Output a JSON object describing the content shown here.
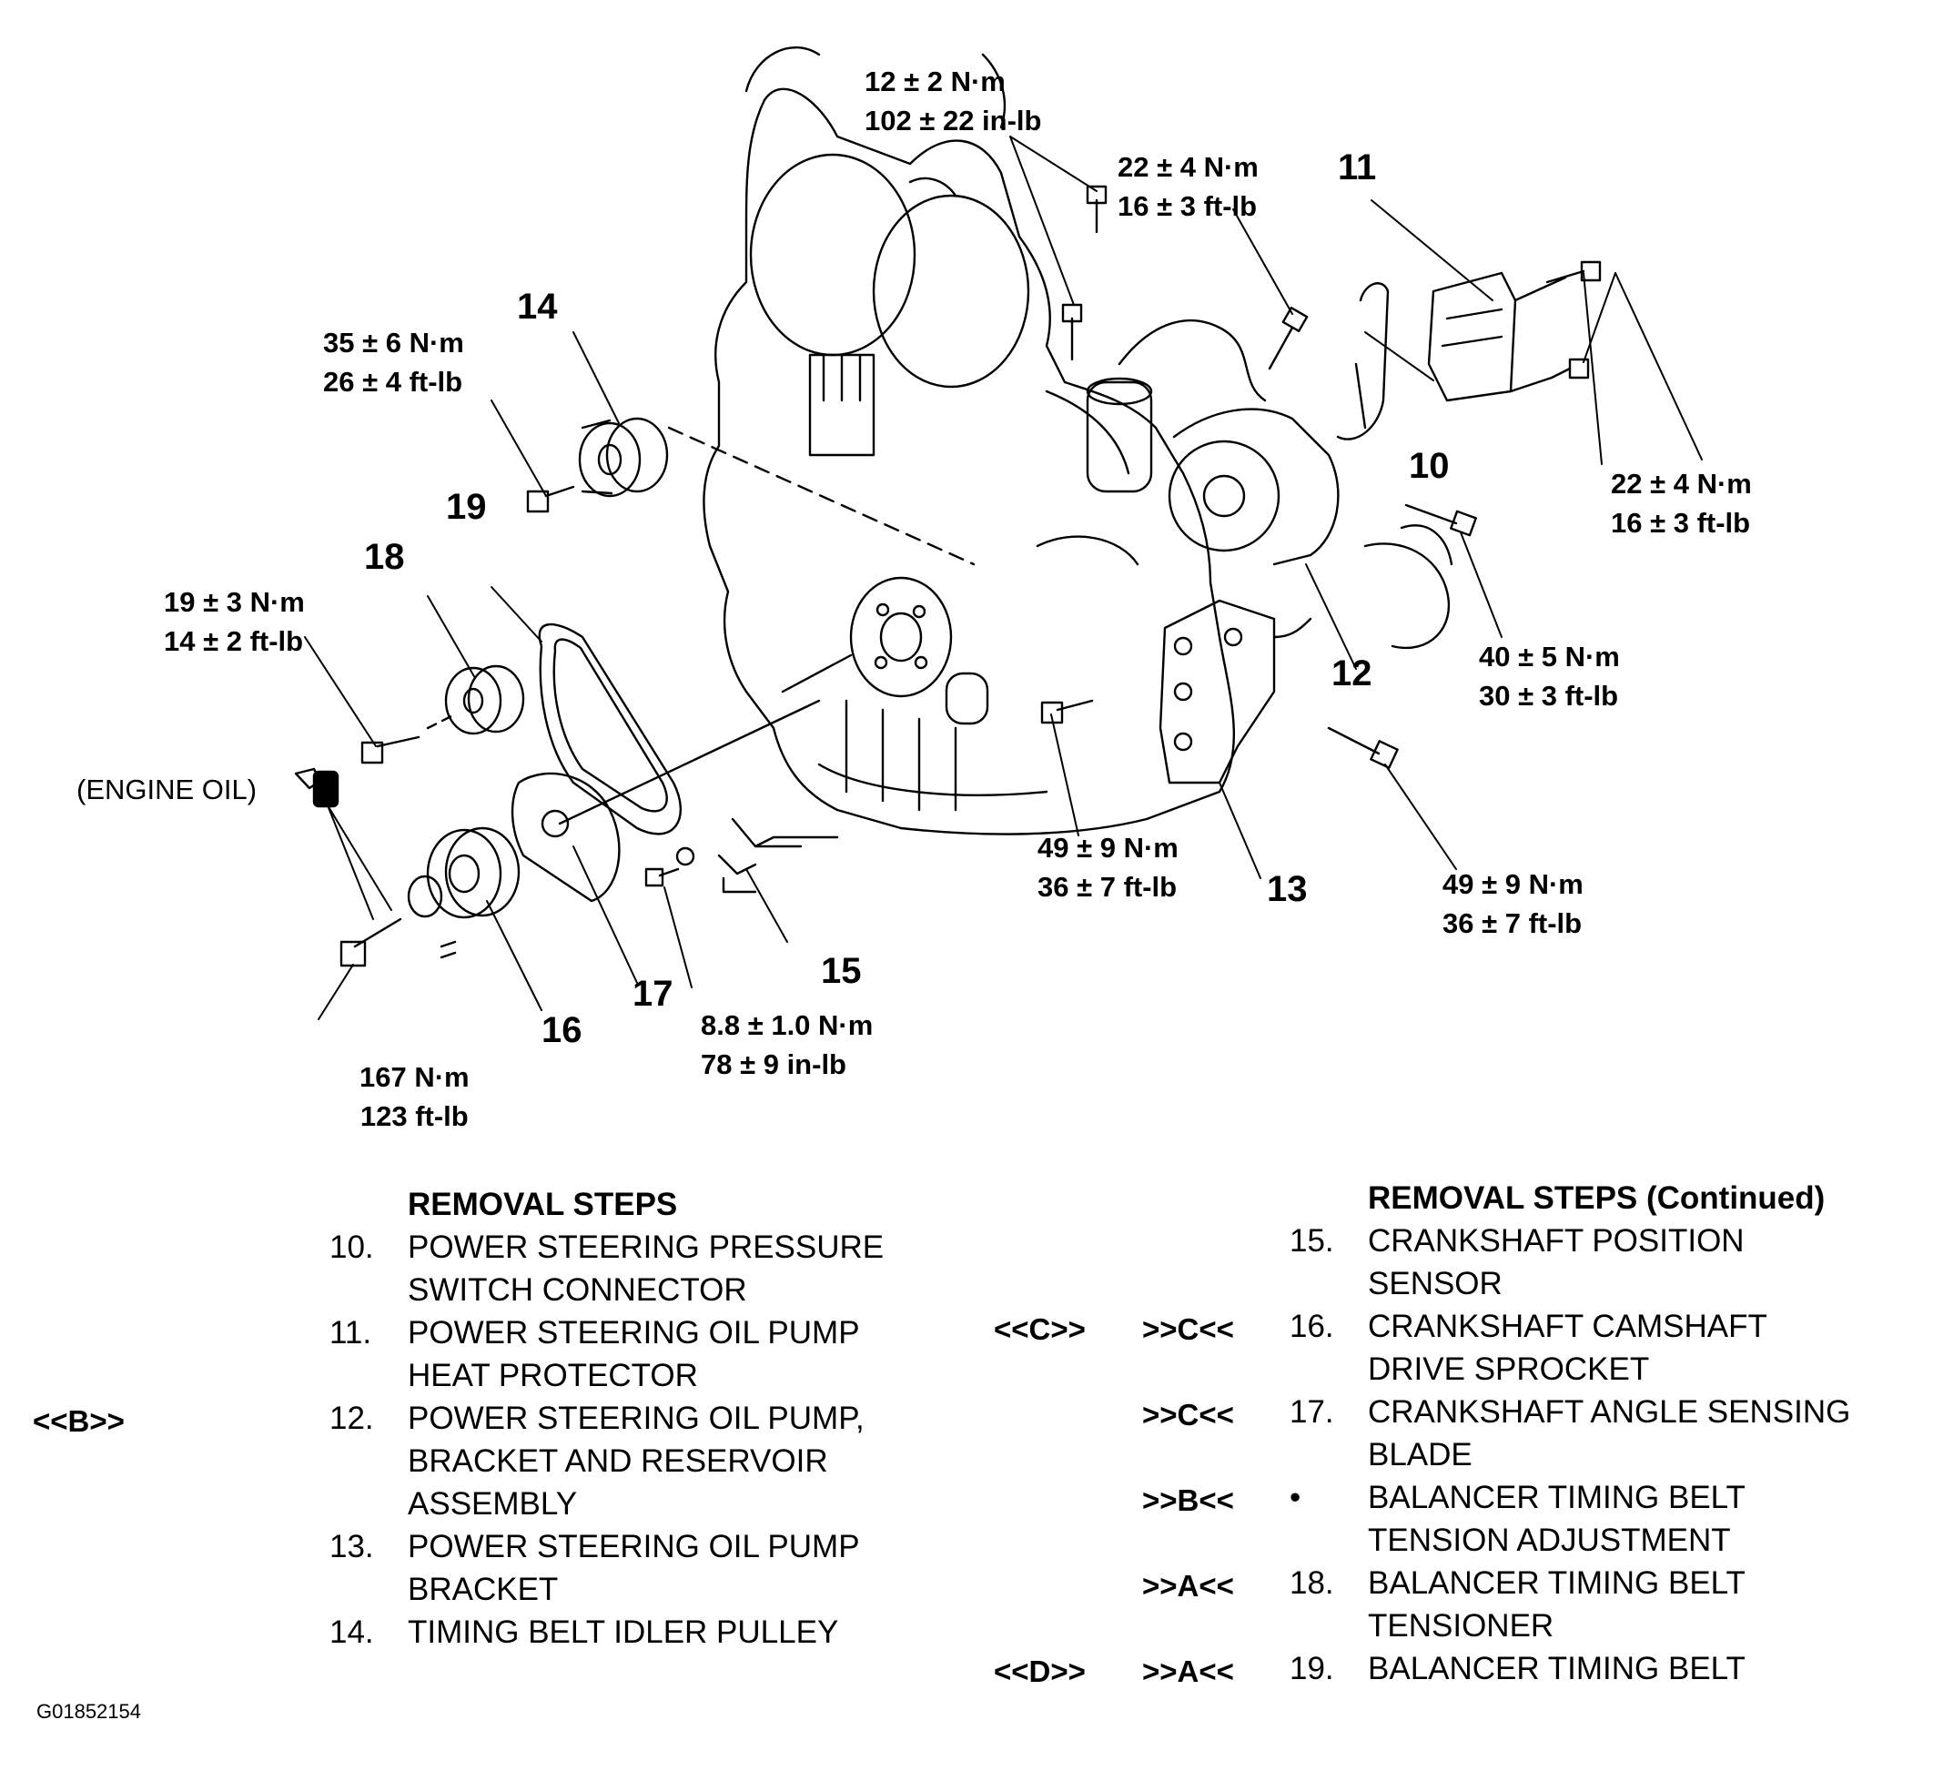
{
  "torques": {
    "t12": [
      "12 ± 2 N·m",
      "102 ± 22 in-lb"
    ],
    "t22a": [
      "22 ± 4 N·m",
      "16 ± 3 ft-lb"
    ],
    "t35": [
      "35 ± 6 N·m",
      "26 ± 4 ft-lb"
    ],
    "t19": [
      "19 ± 3 N·m",
      "14 ± 2 ft-lb"
    ],
    "t22b": [
      "22 ± 4 N·m",
      "16 ± 3 ft-lb"
    ],
    "t40": [
      "40 ± 5 N·m",
      "30 ± 3 ft-lb"
    ],
    "t49a": [
      "49 ± 9 N·m",
      "36 ± 7 ft-lb"
    ],
    "t49b": [
      "49 ± 9 N·m",
      "36 ± 7 ft-lb"
    ],
    "t88": [
      "8.8 ± 1.0 N·m",
      "78 ± 9 in-lb"
    ],
    "t167": [
      "167 N·m",
      "123 ft-lb"
    ]
  },
  "callouts": [
    "10",
    "11",
    "12",
    "13",
    "14",
    "15",
    "16",
    "17",
    "18",
    "19"
  ],
  "engine_oil": "(ENGINE OIL)",
  "left_steps": {
    "heading": "REMOVAL STEPS",
    "items": [
      {
        "num": "10.",
        "lines": [
          "POWER STEERING PRESSURE",
          "SWITCH CONNECTOR"
        ],
        "prefix": ""
      },
      {
        "num": "11.",
        "lines": [
          "POWER STEERING OIL PUMP",
          "HEAT PROTECTOR"
        ],
        "prefix": ""
      },
      {
        "num": "12.",
        "lines": [
          "POWER STEERING OIL PUMP,",
          "BRACKET AND RESERVOIR",
          "ASSEMBLY"
        ],
        "prefix": "<<B>>"
      },
      {
        "num": "13.",
        "lines": [
          "POWER STEERING OIL PUMP",
          "BRACKET"
        ],
        "prefix": ""
      },
      {
        "num": "14.",
        "lines": [
          "TIMING BELT IDLER PULLEY"
        ],
        "prefix": ""
      }
    ]
  },
  "right_steps": {
    "heading": "REMOVAL STEPS (Continued)",
    "items": [
      {
        "num": "15.",
        "lines": [
          "CRANKSHAFT POSITION",
          "SENSOR"
        ],
        "pre1": "",
        "pre2": ""
      },
      {
        "num": "16.",
        "lines": [
          "CRANKSHAFT CAMSHAFT",
          "DRIVE SPROCKET"
        ],
        "pre1": "<<C>>",
        "pre2": ">>C<<"
      },
      {
        "num": "17.",
        "lines": [
          "CRANKSHAFT ANGLE SENSING",
          "BLADE"
        ],
        "pre1": "",
        "pre2": ">>C<<"
      },
      {
        "num": "•",
        "lines": [
          "BALANCER TIMING BELT",
          "TENSION ADJUSTMENT"
        ],
        "pre1": "",
        "pre2": ">>B<<"
      },
      {
        "num": "18.",
        "lines": [
          "BALANCER TIMING BELT",
          "TENSIONER"
        ],
        "pre1": "",
        "pre2": ">>A<<"
      },
      {
        "num": "19.",
        "lines": [
          "BALANCER TIMING BELT"
        ],
        "pre1": "<<D>>",
        "pre2": ">>A<<"
      }
    ]
  },
  "figure_id": "G01852154"
}
